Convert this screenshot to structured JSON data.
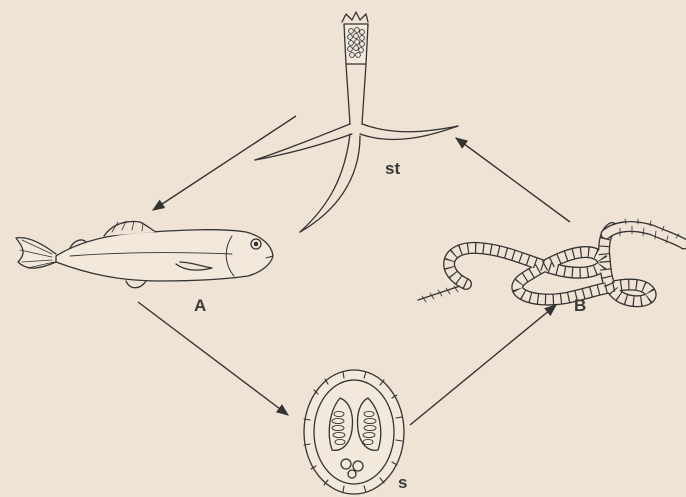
{
  "background_color": "#efe3d6",
  "ink_color": "#333333",
  "labels": {
    "st": "st",
    "A": "A",
    "B": "B",
    "s": "s"
  },
  "stages": [
    {
      "label": "st",
      "depicts": "triactinomyxon-spore-icon"
    },
    {
      "label": "A",
      "depicts": "fish-host-icon"
    },
    {
      "label": "s",
      "depicts": "myxospore-icon"
    },
    {
      "label": "B",
      "depicts": "oligochaete-worm-host-icon"
    }
  ]
}
